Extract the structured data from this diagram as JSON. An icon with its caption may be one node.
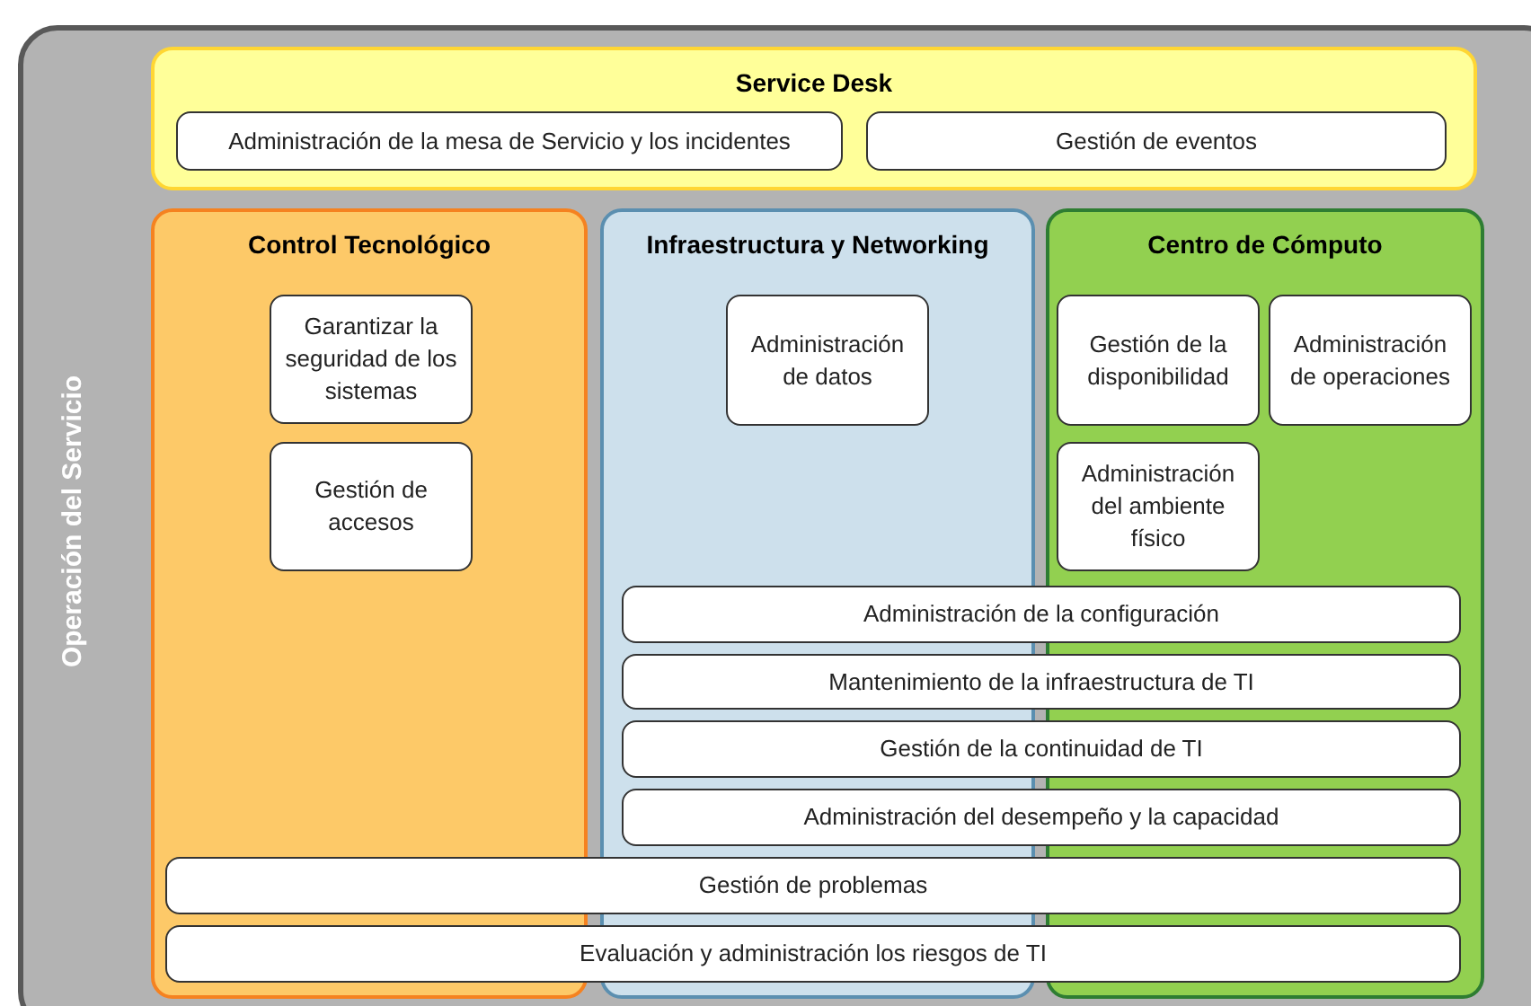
{
  "diagram": {
    "nodes": [
      {
        "text": [
          "Operación del Servicio"
        ]
      },
      {
        "text": [
          "Service Desk"
        ],
        "in": 0
      },
      {
        "text": [
          "Administración de la mesa de Servicio y los incidentes"
        ],
        "in": 1
      },
      {
        "text": [
          "Gestión de eventos"
        ],
        "in": 1
      },
      {
        "text": [
          "Control Tecnológico"
        ],
        "in": 0
      },
      {
        "text": [
          "Garantizar la seguridad de los sistemas"
        ],
        "in": 4
      },
      {
        "text": [
          "Gestión de accesos"
        ],
        "in": 4
      },
      {
        "text": [
          "Infraestructura y Networking"
        ],
        "in": 0
      },
      {
        "text": [
          "Administración de datos"
        ],
        "in": 7
      },
      {
        "text": [
          "Centro de Cómputo"
        ],
        "in": 0
      },
      {
        "text": [
          "Gestión de la disponibilidad"
        ],
        "in": 9
      },
      {
        "text": [
          "Administración de operaciones"
        ],
        "in": 9
      },
      {
        "text": [
          "Administración del ambiente físico"
        ],
        "in": 9
      },
      {
        "text": [
          "Administración de la configuración"
        ],
        "in": 0
      },
      {
        "text": [
          "Mantenimiento de la infraestructura de TI"
        ],
        "in": 0
      },
      {
        "text": [
          "Gestión de la continuidad de TI"
        ],
        "in": 0
      },
      {
        "text": [
          "Administración del desempeño y la capacidad"
        ],
        "in": 0
      },
      {
        "text": [
          "Gestión de problemas"
        ],
        "in": 0
      },
      {
        "text": [
          "Evaluación y administración los riesgos de TI"
        ],
        "in": 0
      }
    ]
  }
}
